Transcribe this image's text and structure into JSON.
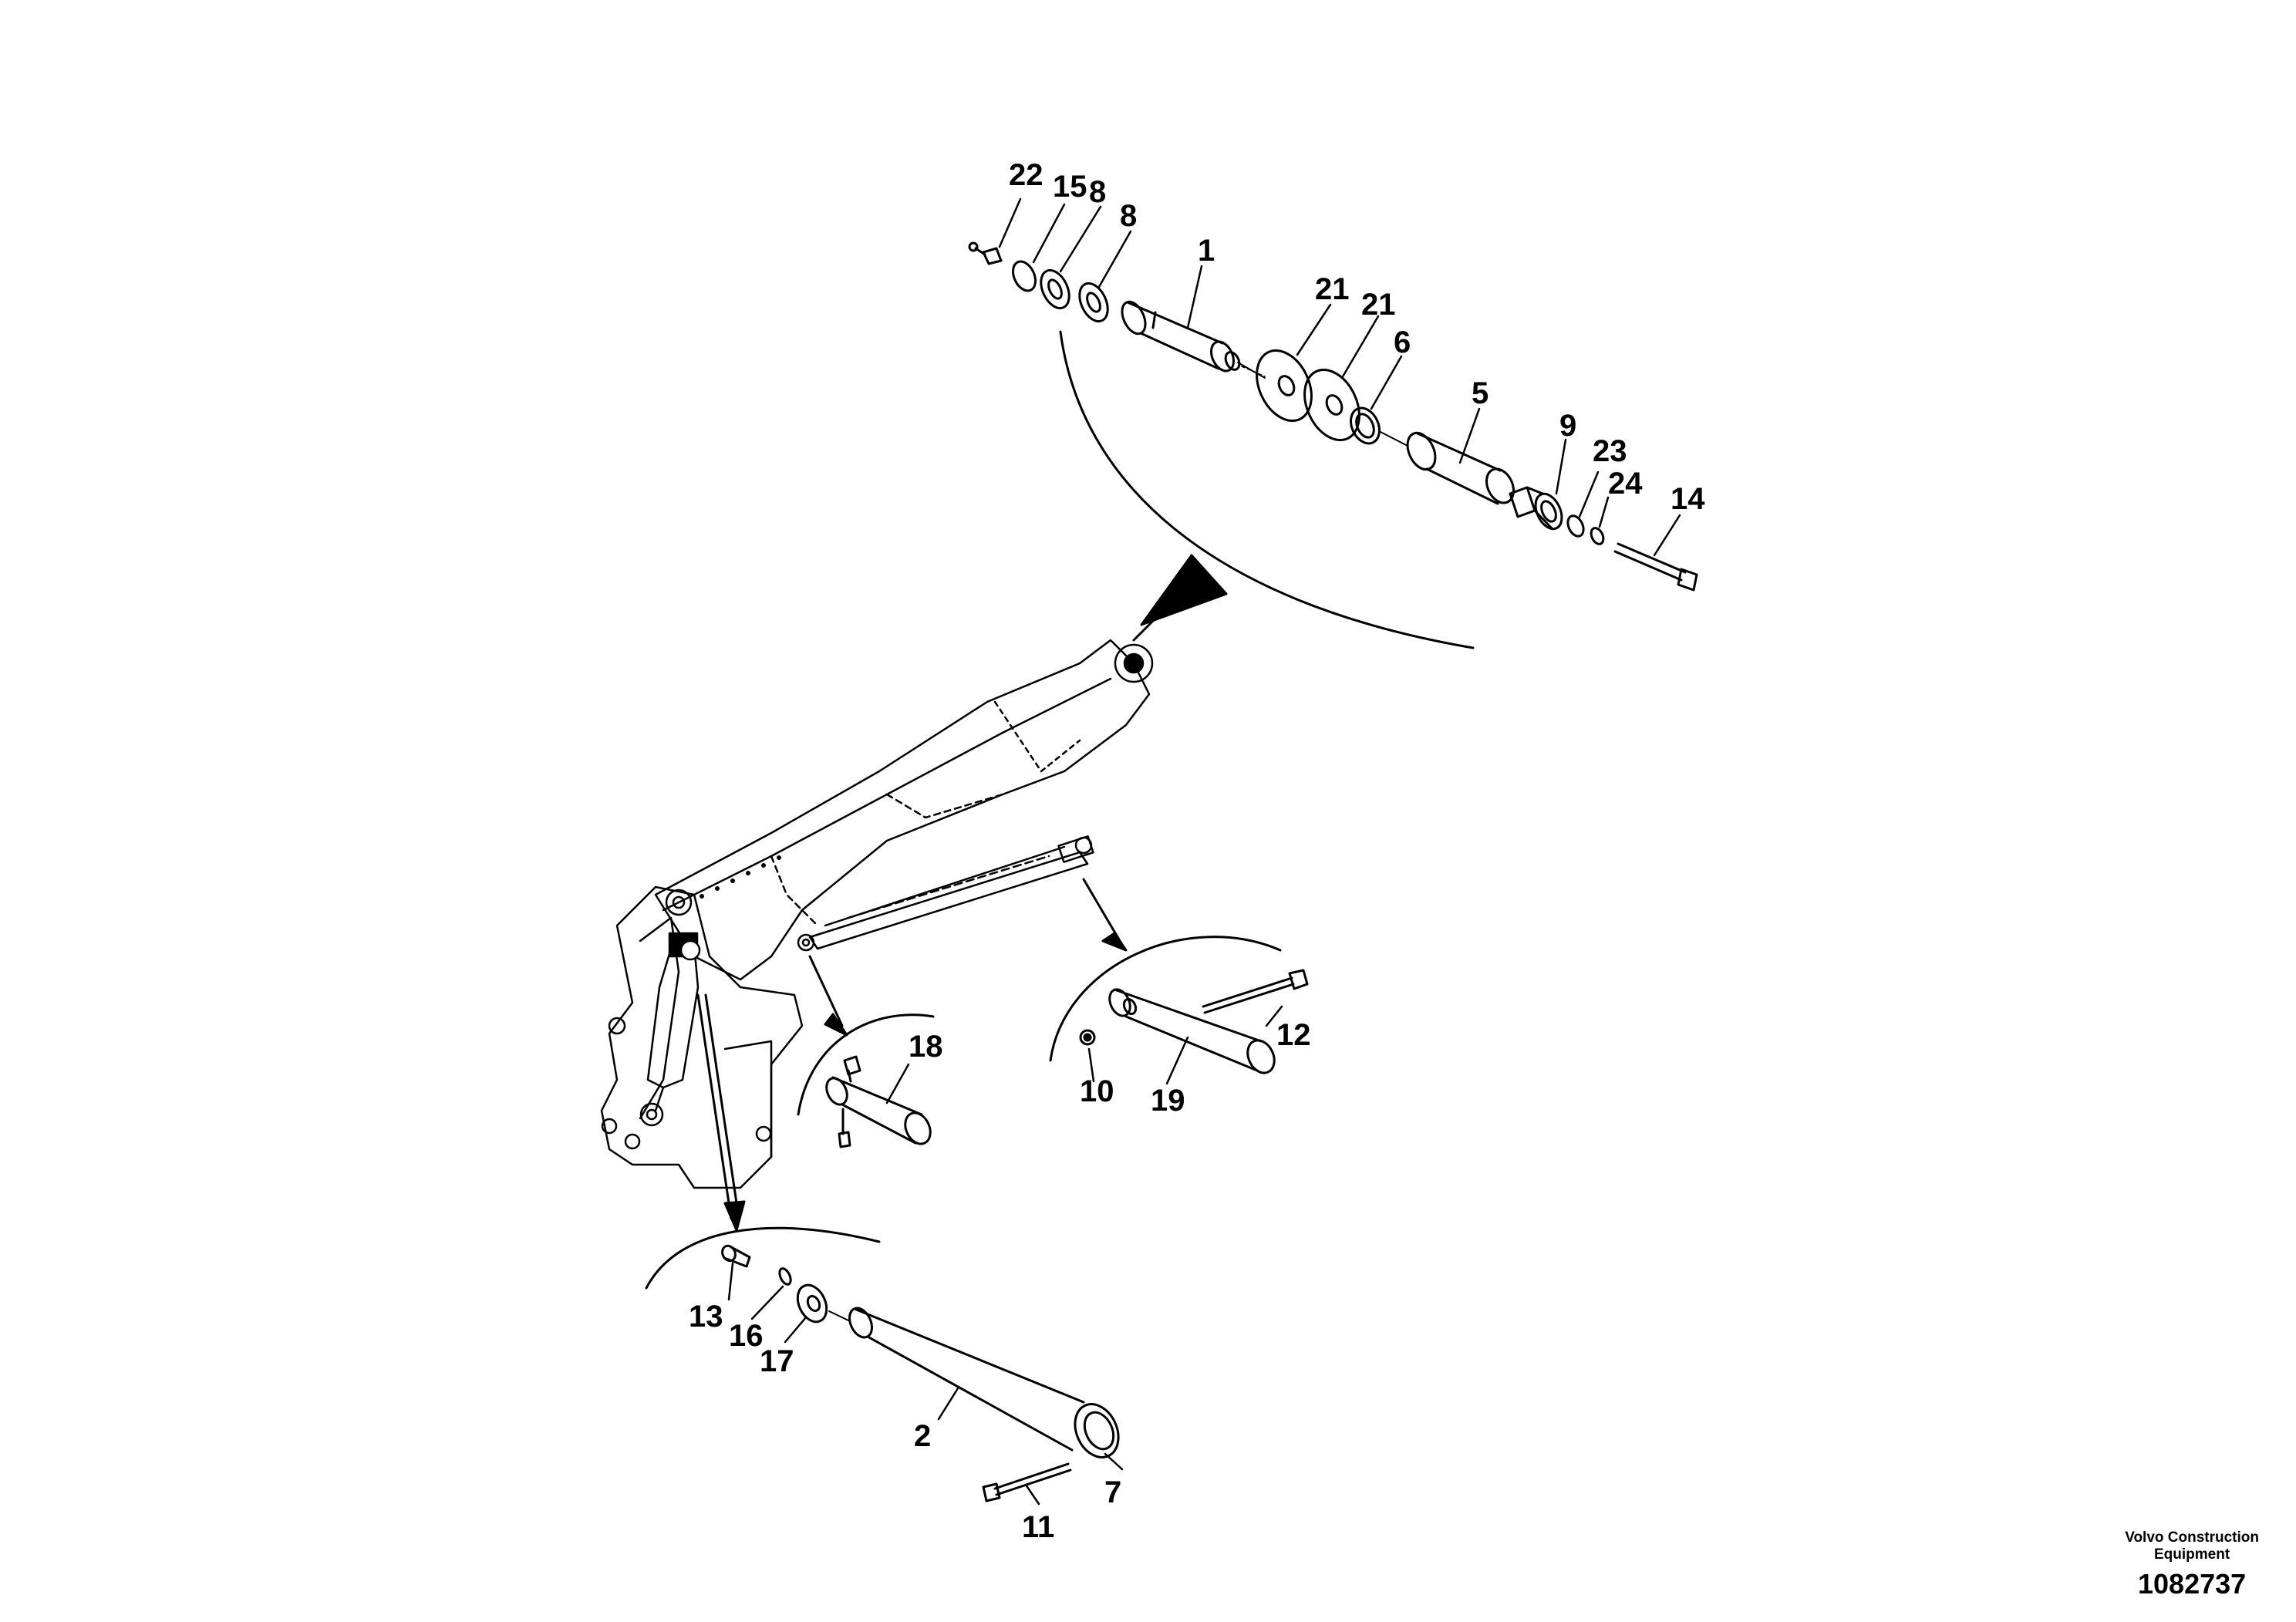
{
  "callouts": {
    "c1": "1",
    "c2": "2",
    "c5": "5",
    "c6": "6",
    "c7": "7",
    "c8a": "8",
    "c8b": "8",
    "c9": "9",
    "c10": "10",
    "c11": "11",
    "c12": "12",
    "c13": "13",
    "c14": "14",
    "c15": "15",
    "c16": "16",
    "c17": "17",
    "c18": "18",
    "c19": "19",
    "c21a": "21",
    "c21b": "21",
    "c22": "22",
    "c23": "23",
    "c24": "24"
  },
  "footer": {
    "company_line1": "Volvo Construction",
    "company_line2": "Equipment",
    "document_number": "1082737"
  }
}
